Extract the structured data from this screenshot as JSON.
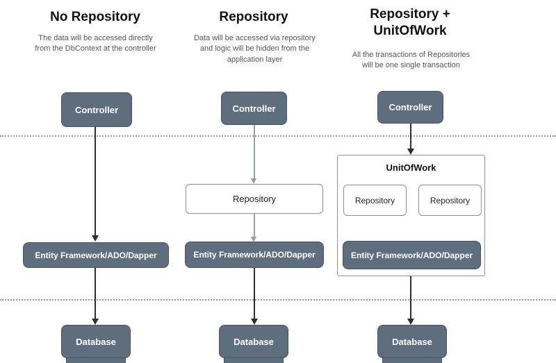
{
  "diagram": {
    "columns": [
      {
        "title": "No Repository",
        "description": "The data will be accessed directly from the DbContext at the controller",
        "controller_label": "Controller",
        "ef_label": "Entity Framework/ADO/Dapper",
        "database_label": "Database"
      },
      {
        "title": "Repository",
        "description": "Data will be accessed via repository and logic will be hidden from the application layer",
        "controller_label": "Controller",
        "repository_label": "Repository",
        "ef_label": "Entity Framework/ADO/Dapper",
        "database_label": "Database"
      },
      {
        "title": "Repository + UnitOfWork",
        "description": "All the transactions of Repositories will be one single transaction",
        "controller_label": "Controller",
        "unitofwork_label": "UnitOfWork",
        "repository1_label": "Repository",
        "repository2_label": "Repository",
        "ef_label": "Entity Framework/ADO/Dapper",
        "database_label": "Database"
      }
    ],
    "colors": {
      "node_fill": "#5f6e7e",
      "node_border": "#46535f",
      "node_text": "#ffffff",
      "outline_border": "#8f8f8f",
      "arrow_dark": "#2e2e2e",
      "arrow_light": "#93a399",
      "dotted_line": "#999999"
    }
  }
}
